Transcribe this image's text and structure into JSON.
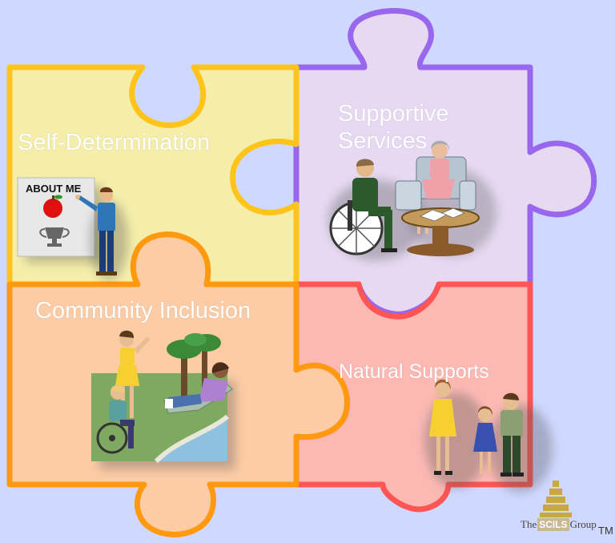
{
  "pieces": [
    {
      "id": "self-determination",
      "label": "Self-Determination",
      "fill": "#f5eeaa",
      "stroke": "#ffc419"
    },
    {
      "id": "supportive-services",
      "label_lines": [
        "Supportive",
        "Services"
      ],
      "fill": "#e6d9f1",
      "stroke": "#9966ee"
    },
    {
      "id": "community-inclusion",
      "label": "Community Inclusion",
      "fill": "#fccca6",
      "stroke": "#ff9910"
    },
    {
      "id": "natural-supports",
      "label": "Natural Supports",
      "fill": "#fcb9b4",
      "stroke": "#ff5555"
    }
  ],
  "about_me": {
    "title": "ABOUT ME"
  },
  "brand": {
    "prefix": "The",
    "name": "SCILS",
    "suffix": "Group",
    "tm": "TM"
  },
  "colors": {
    "background": "#cfd9ff"
  }
}
